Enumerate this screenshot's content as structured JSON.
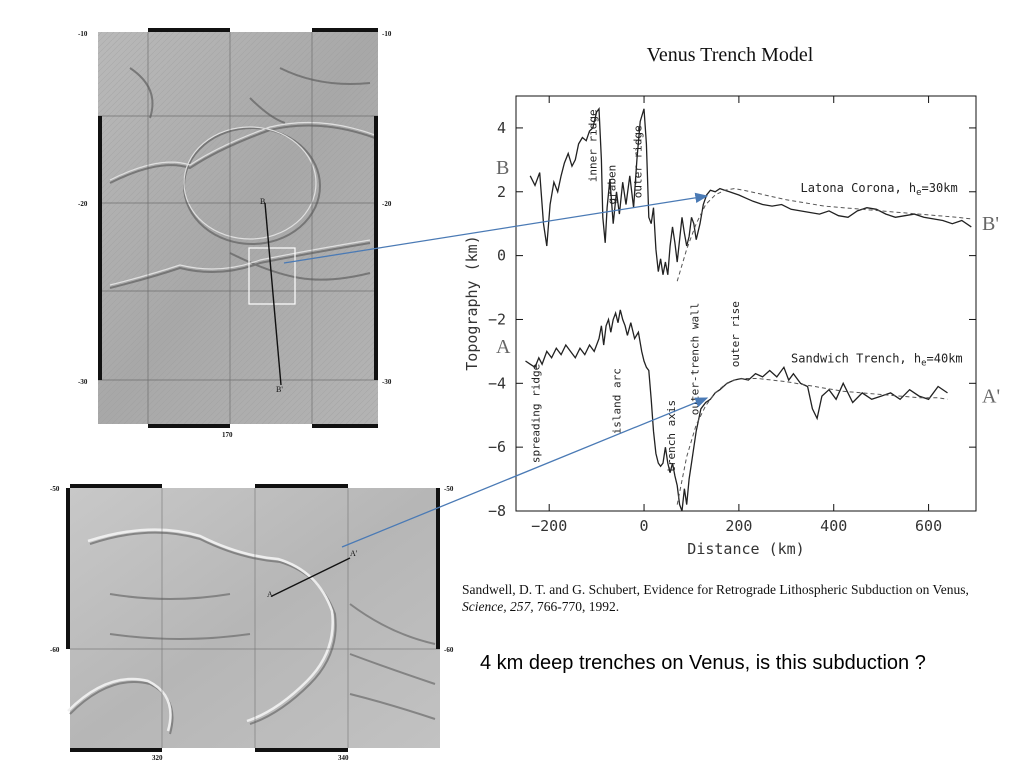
{
  "title": "Venus Trench Model",
  "caption": "4 km deep trenches on Venus, is this subduction ?",
  "citation": {
    "part1": "Sandwell, D. T. and G. Schubert, Evidence for Retrograde Lithospheric Subduction on Venus, ",
    "journal": "Science, 257,",
    "part2": " 766-770, 1992."
  },
  "map_top": {
    "lat_labels": [
      "-10",
      "-20",
      "-30"
    ],
    "lon_label": "170",
    "profile_start": "B",
    "profile_end": "B'"
  },
  "map_bottom": {
    "lat_labels": [
      "-50",
      "-60"
    ],
    "lon_labels": [
      "320",
      "340"
    ],
    "profile_start": "A",
    "profile_end": "A'"
  },
  "colors": {
    "arrow": "#4a7ab5",
    "profile_line": "#222222",
    "model_line": "#555555"
  },
  "chart_data": {
    "type": "line",
    "xlabel": "Distance (km)",
    "ylabel": "Topography (km)",
    "xlim": [
      -270,
      700
    ],
    "ylim": [
      -8,
      5
    ],
    "xticks": [
      -200,
      0,
      200,
      400,
      600
    ],
    "yticks": [
      4,
      2,
      0,
      -2,
      -4,
      -6,
      -8
    ],
    "grid": false,
    "series": [
      {
        "name": "Latona Corona, h_e=30km",
        "label_main": "Latona Corona, h",
        "label_sub": "e",
        "label_rest": "=30km",
        "start_label": "B",
        "end_label": "B'",
        "x": [
          -240,
          -230,
          -220,
          -212,
          -205,
          -198,
          -190,
          -182,
          -175,
          -168,
          -160,
          -152,
          -145,
          -138,
          -130,
          -122,
          -115,
          -108,
          -100,
          -95,
          -90,
          -87,
          -82,
          -78,
          -72,
          -65,
          -58,
          -52,
          -45,
          -38,
          -30,
          -22,
          -15,
          -8,
          0,
          5,
          10,
          15,
          20,
          25,
          30,
          35,
          40,
          45,
          50,
          55,
          60,
          65,
          70,
          75,
          80,
          85,
          90,
          95,
          100,
          105,
          110,
          118,
          125,
          132,
          140,
          150,
          160,
          170,
          180,
          190,
          200,
          215,
          230,
          250,
          270,
          290,
          310,
          330,
          350,
          370,
          390,
          410,
          430,
          450,
          470,
          490,
          510,
          530,
          550,
          570,
          590,
          610,
          630,
          650,
          670,
          690
        ],
        "y": [
          2.5,
          2.2,
          2.6,
          1.0,
          0.3,
          1.6,
          2.3,
          2.0,
          2.5,
          2.9,
          3.2,
          2.8,
          3.0,
          3.5,
          3.7,
          3.6,
          3.9,
          4.0,
          4.5,
          4.6,
          3.0,
          1.2,
          0.4,
          1.5,
          2.4,
          1.0,
          2.0,
          1.3,
          2.3,
          1.6,
          2.5,
          1.5,
          3.0,
          4.2,
          4.6,
          3.5,
          1.2,
          1.0,
          1.5,
          0.2,
          -0.5,
          -0.1,
          -0.6,
          -0.2,
          -0.6,
          0.3,
          0.9,
          0.4,
          -0.2,
          0.5,
          1.2,
          0.7,
          0.3,
          0.6,
          1.2,
          1.0,
          0.5,
          1.0,
          1.6,
          1.9,
          2.05,
          2.0,
          2.1,
          2.05,
          2.0,
          1.95,
          1.9,
          1.8,
          1.7,
          1.6,
          1.55,
          1.6,
          1.45,
          1.4,
          1.35,
          1.3,
          1.4,
          1.25,
          1.2,
          1.4,
          1.5,
          1.45,
          1.3,
          1.2,
          1.25,
          1.3,
          1.2,
          1.15,
          1.1,
          1.0,
          1.1,
          0.9
        ]
      },
      {
        "name": "Latona Corona model",
        "x": [
          70,
          90,
          110,
          130,
          150,
          170,
          190,
          210,
          240,
          270,
          300,
          340,
          380,
          420,
          460,
          500,
          540,
          580,
          620,
          660,
          690
        ],
        "y": [
          -0.8,
          0.2,
          1.0,
          1.6,
          1.9,
          2.05,
          2.1,
          2.05,
          1.95,
          1.85,
          1.75,
          1.65,
          1.55,
          1.5,
          1.45,
          1.4,
          1.35,
          1.3,
          1.25,
          1.2,
          1.15
        ]
      },
      {
        "name": "Sandwich Trench, h_e=40km",
        "label_main": "Sandwich Trench, h",
        "label_sub": "e",
        "label_rest": "=40km",
        "start_label": "A",
        "end_label": "A'",
        "x": [
          -250,
          -240,
          -230,
          -222,
          -215,
          -205,
          -195,
          -185,
          -175,
          -165,
          -155,
          -145,
          -135,
          -125,
          -115,
          -105,
          -95,
          -90,
          -85,
          -80,
          -75,
          -70,
          -65,
          -60,
          -55,
          -50,
          -45,
          -40,
          -35,
          -28,
          -20,
          -12,
          -5,
          0,
          5,
          10,
          15,
          20,
          25,
          30,
          35,
          40,
          45,
          50,
          55,
          60,
          65,
          70,
          75,
          80,
          85,
          90,
          95,
          100,
          110,
          120,
          130,
          140,
          150,
          160,
          175,
          190,
          205,
          220,
          235,
          250,
          265,
          280,
          295,
          305,
          315,
          330,
          345,
          355,
          365,
          375,
          390,
          405,
          420,
          440,
          460,
          480,
          500,
          520,
          540,
          560,
          580,
          600,
          620,
          640
        ],
        "y": [
          -3.3,
          -3.4,
          -3.5,
          -3.2,
          -3.4,
          -3.0,
          -3.2,
          -2.9,
          -3.1,
          -2.8,
          -3.0,
          -3.2,
          -2.9,
          -3.1,
          -2.8,
          -3.0,
          -2.6,
          -2.2,
          -2.8,
          -2.2,
          -2.0,
          -2.4,
          -2.0,
          -1.8,
          -2.1,
          -1.7,
          -2.0,
          -2.2,
          -2.5,
          -2.1,
          -2.6,
          -2.4,
          -3.0,
          -3.3,
          -3.5,
          -3.6,
          -4.5,
          -5.5,
          -6.2,
          -6.5,
          -6.6,
          -6.5,
          -6.0,
          -6.5,
          -6.8,
          -6.5,
          -6.9,
          -7.2,
          -7.8,
          -8.0,
          -7.3,
          -7.8,
          -7.0,
          -6.5,
          -5.5,
          -4.8,
          -4.6,
          -4.5,
          -4.3,
          -4.2,
          -4.0,
          -3.9,
          -3.85,
          -3.9,
          -3.7,
          -3.8,
          -3.6,
          -3.8,
          -3.5,
          -3.9,
          -3.7,
          -4.0,
          -4.1,
          -4.8,
          -5.1,
          -4.4,
          -4.2,
          -4.5,
          -4.0,
          -4.6,
          -4.3,
          -4.5,
          -4.4,
          -4.3,
          -4.5,
          -4.2,
          -4.4,
          -4.5,
          -4.1,
          -4.3
        ]
      },
      {
        "name": "Sandwich Trench model",
        "x": [
          70,
          90,
          110,
          130,
          150,
          170,
          190,
          210,
          240,
          270,
          300,
          340,
          380,
          420,
          460,
          500,
          540,
          580,
          620,
          640
        ],
        "y": [
          -7.8,
          -6.3,
          -5.3,
          -4.7,
          -4.3,
          -4.05,
          -3.9,
          -3.85,
          -3.85,
          -3.9,
          -3.95,
          -4.05,
          -4.15,
          -4.25,
          -4.3,
          -4.35,
          -4.4,
          -4.45,
          -4.45,
          -4.5
        ]
      }
    ],
    "annotations": [
      {
        "text": "inner ridge",
        "x": -100,
        "y": 2.3
      },
      {
        "text": "graben",
        "x": -60,
        "y": 1.6
      },
      {
        "text": "outer ridge",
        "x": -5,
        "y": 1.8
      },
      {
        "text": "spreading ridge",
        "x": -220,
        "y": -6.5
      },
      {
        "text": "island arc",
        "x": -50,
        "y": -5.6
      },
      {
        "text": "trench axis",
        "x": 65,
        "y": -6.8
      },
      {
        "text": "outer-trench wall",
        "x": 115,
        "y": -5.0
      },
      {
        "text": "outer rise",
        "x": 200,
        "y": -3.5
      }
    ]
  }
}
